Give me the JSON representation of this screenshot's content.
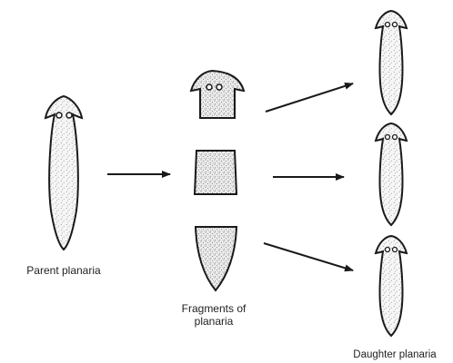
{
  "labels": {
    "parent": "Parent planaria",
    "fragments_line1": "Fragments of",
    "fragments_line2": "planaria",
    "daughter": "Daughter planaria"
  },
  "colors": {
    "stroke": "#1a1a1a",
    "fill": "#f6f6f6",
    "stipple": "#8a8a8a"
  }
}
